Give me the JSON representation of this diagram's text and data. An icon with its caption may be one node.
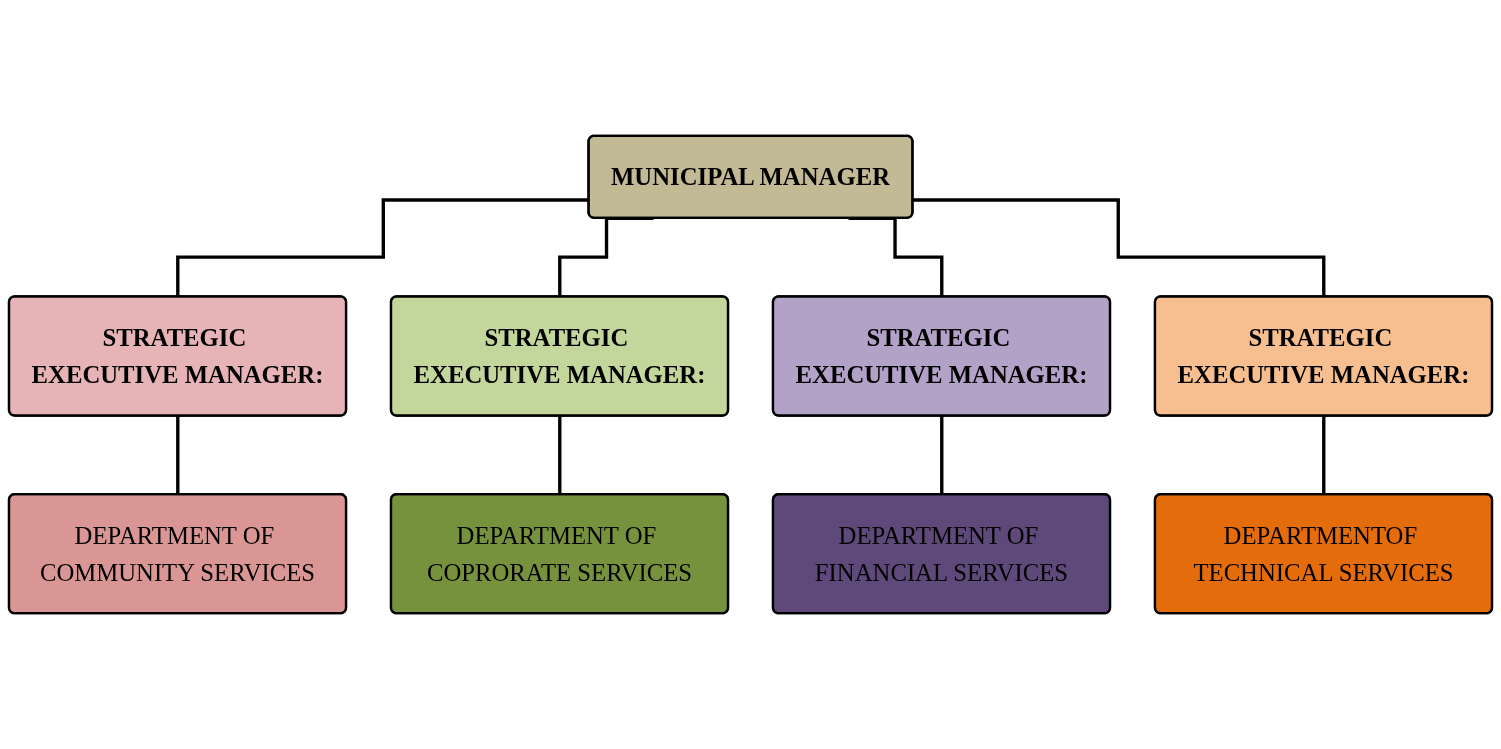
{
  "diagram": {
    "nodes": [
      {
        "text": [
          "MUNICIPAL MANAGER"
        ]
      },
      {
        "text": [
          "STRATEGIC EXECUTIVE MANAGER:"
        ]
      },
      {
        "text": [
          "STRATEGIC EXECUTIVE MANAGER:"
        ]
      },
      {
        "text": [
          "STRATEGIC EXECUTIVE MANAGER:"
        ]
      },
      {
        "text": [
          "STRATEGIC EXECUTIVE MANAGER:"
        ]
      },
      {
        "text": [
          "DEPARTMENT OF COMMUNITY SERVICES"
        ]
      },
      {
        "text": [
          "DEPARTMENT OF COPRORATE SERVICES"
        ]
      },
      {
        "text": [
          "DEPARTMENT OF FINANCIAL SERVICES"
        ]
      },
      {
        "text": [
          "DEPARTMENTOF TECHNICAL SERVICES"
        ]
      }
    ],
    "edges": [
      {
        "from": 0,
        "to": 1,
        "arrow": "none"
      },
      {
        "from": 0,
        "to": 2,
        "arrow": "none"
      },
      {
        "from": 0,
        "to": 3,
        "arrow": "none"
      },
      {
        "from": 0,
        "to": 4,
        "arrow": "none"
      },
      {
        "from": 1,
        "to": 5,
        "arrow": "none"
      },
      {
        "from": 2,
        "to": 6,
        "arrow": "none"
      },
      {
        "from": 3,
        "to": 7,
        "arrow": "none"
      },
      {
        "from": 4,
        "to": 8,
        "arrow": "none"
      }
    ]
  }
}
